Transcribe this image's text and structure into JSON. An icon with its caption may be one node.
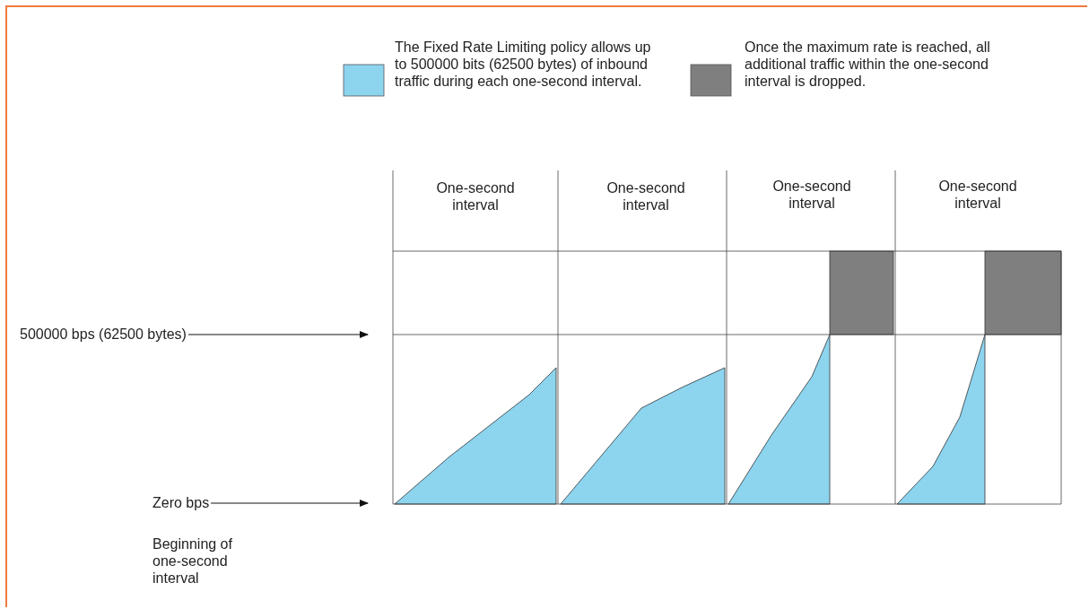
{
  "diagram": {
    "nodes": [
      {
        "text": [
          "500000 bps (62500 bytes)"
        ]
      },
      {
        "text": [
          "Zero bps"
        ]
      }
    ],
    "edges": [
      {
        "from": 0,
        "to": null,
        "arrow": "to"
      },
      {
        "from": 1,
        "to": null,
        "arrow": "to"
      }
    ],
    "labels": [
      "One-second interval",
      "One-second interval",
      "One-second interval",
      "One-second interval",
      "Beginning of one-second interval"
    ],
    "legend": [
      {
        "text": "The Fixed Rate Limiting policy allows up to 500000 bits (62500 bytes) of inbound traffic during each one-second interval.",
        "color": "#8dd4ee"
      },
      {
        "text": "Once the maximum rate is reached, all additional traffic within the one-second interval is dropped.",
        "color": "#7f7f7f"
      }
    ]
  }
}
